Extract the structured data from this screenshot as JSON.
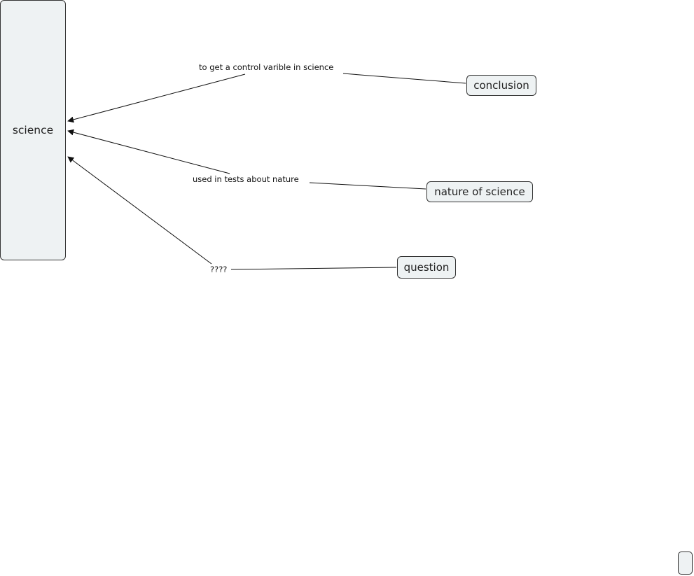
{
  "concepts": {
    "science": "science",
    "conclusion": "conclusion",
    "nature_of_science": "nature of science",
    "question": "question",
    "empty": ""
  },
  "linking_phrases": {
    "conclusion_to_science": "to get a control varible in science",
    "nature_to_science": "used in tests about nature",
    "question_to_science": "????"
  },
  "colors": {
    "node_fill": "#eef2f3",
    "node_border": "#333333",
    "line": "#111111"
  }
}
